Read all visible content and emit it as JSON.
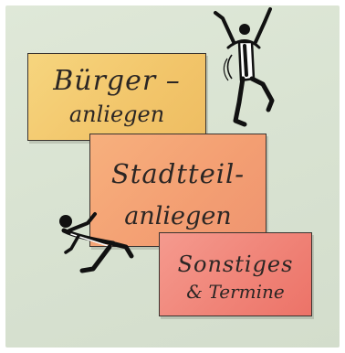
{
  "cards": [
    {
      "line1": "Bürger –",
      "line2": "anliegen"
    },
    {
      "line1": "Stadtteil-",
      "line2": "anliegen"
    },
    {
      "line1": "Sonstiges",
      "line2": "& Termine"
    }
  ]
}
